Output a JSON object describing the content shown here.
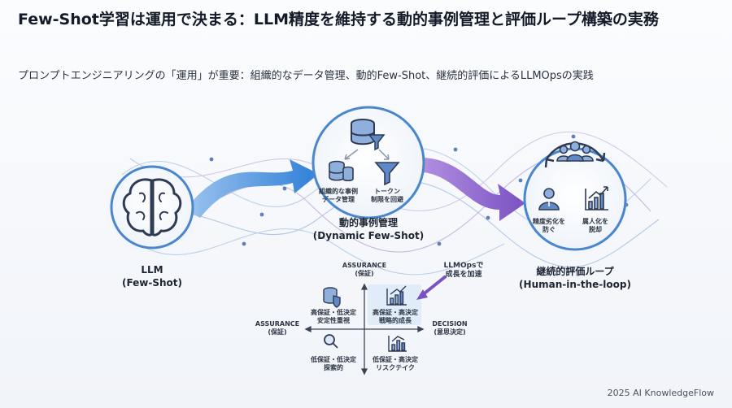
{
  "header": {
    "title": "Few-Shot学習は運用で決まる：LLM精度を維持する動的事例管理と評価ループ構築の実務",
    "subtitle": "プロンプトエンジニアリングの「運用」が重要：組織的なデータ管理、動的Few-Shot、継続的評価によるLLMOpsの実践"
  },
  "llm": {
    "name": "LLM",
    "sub": "(Few-Shot)",
    "icon": "brain-icon"
  },
  "dynamic": {
    "name": "動的事例管理",
    "sub": "(Dynamic Few-Shot)",
    "items": [
      {
        "line1": "組織的な事例",
        "line2": "データ管理",
        "icon": "database-icon"
      },
      {
        "line1": "トークン",
        "line2": "制限を回避",
        "icon": "funnel-icon"
      }
    ]
  },
  "evaluation": {
    "name": "継続的評価ループ",
    "sub": "(Human-in-the-loop)",
    "items": [
      {
        "line1": "精度劣化を",
        "line2": "防ぐ",
        "icon": "person-icon"
      },
      {
        "line1": "属人化を",
        "line2": "脱却",
        "icon": "growth-chart-icon"
      }
    ]
  },
  "matrix": {
    "axis_top": {
      "line1": "ASSURANCE",
      "line2": "(保証)"
    },
    "axis_left": {
      "line1": "ASSURANCE",
      "line2": "(保証)"
    },
    "axis_right": {
      "line1": "DECISION",
      "line2": "(意思決定)"
    },
    "callout": {
      "line1": "LLMOpsで",
      "line2": "成長を加速"
    },
    "quadrants": [
      {
        "line1": "高保証・低決定",
        "line2": "安定性重視",
        "icon": "database-shield-icon"
      },
      {
        "line1": "高保証・高決定",
        "line2": "戦略的成長",
        "icon": "bar-chart-up-icon"
      },
      {
        "line1": "低保証・低決定",
        "line2": "探索的",
        "icon": "magnifier-icon"
      },
      {
        "line1": "低保証・高決定",
        "line2": "リスクテイク",
        "icon": "bar-chart-icon"
      }
    ]
  },
  "colors": {
    "blue": "#3f86d6",
    "purple": "#8a63c8",
    "ink": "#2f3b55"
  },
  "footer": {
    "text": "2025 AI KnowledgeFlow"
  }
}
